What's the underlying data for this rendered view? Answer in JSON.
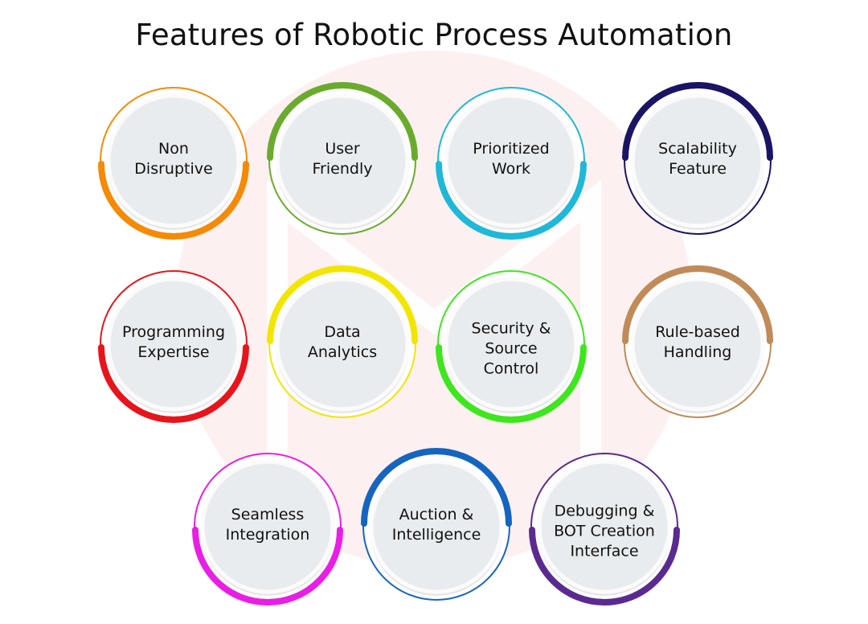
{
  "title": "Features of Robotic Process Automation",
  "features": [
    {
      "lines": [
        "Non",
        "Disruptive"
      ],
      "color": "#f58a07",
      "arc": "bottom"
    },
    {
      "lines": [
        "User",
        "Friendly"
      ],
      "color": "#6aab2e",
      "arc": "top"
    },
    {
      "lines": [
        "Prioritized",
        "Work"
      ],
      "color": "#1fb8d8",
      "arc": "bottom"
    },
    {
      "lines": [
        "Scalability",
        "Feature"
      ],
      "color": "#1a1464",
      "arc": "top"
    },
    {
      "lines": [
        "Programming",
        "Expertise"
      ],
      "color": "#e8141b",
      "arc": "bottom"
    },
    {
      "lines": [
        "Data",
        "Analytics"
      ],
      "color": "#f2e600",
      "arc": "top"
    },
    {
      "lines": [
        "Security &",
        "Source",
        "Control"
      ],
      "color": "#3ee61e",
      "arc": "bottom"
    },
    {
      "lines": [
        "Rule-based",
        "Handling"
      ],
      "color": "#c08b58",
      "arc": "top"
    },
    {
      "lines": [
        "Seamless",
        "Integration"
      ],
      "color": "#e91ee6",
      "arc": "bottom"
    },
    {
      "lines": [
        "Auction &",
        "Intelligence"
      ],
      "color": "#1565c0",
      "arc": "top"
    },
    {
      "lines": [
        "Debugging &",
        "BOT Creation",
        "Interface"
      ],
      "color": "#5b2a91",
      "arc": "bottom"
    }
  ]
}
